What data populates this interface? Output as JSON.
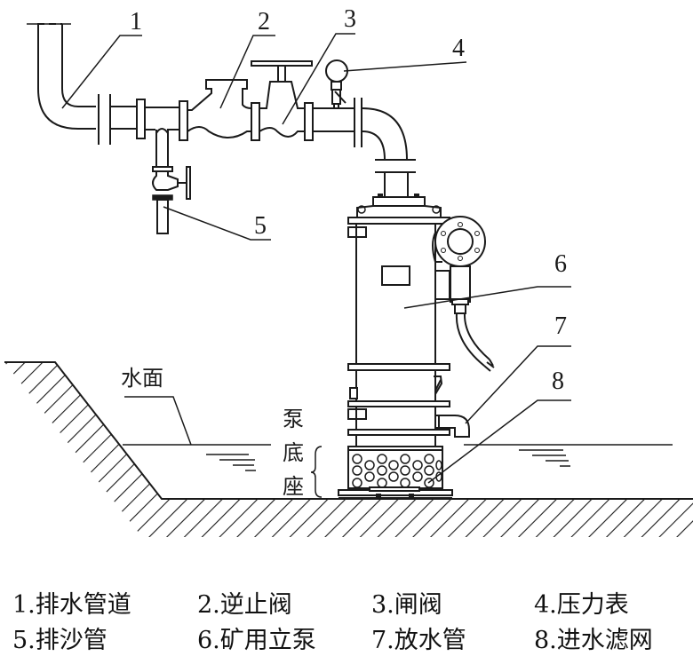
{
  "diagram": {
    "title": "矿用立泵安装示意图",
    "callouts": [
      {
        "id": "1",
        "text": "1"
      },
      {
        "id": "2",
        "text": "2"
      },
      {
        "id": "3",
        "text": "3"
      },
      {
        "id": "4",
        "text": "4"
      },
      {
        "id": "5",
        "text": "5"
      },
      {
        "id": "6",
        "text": "6"
      },
      {
        "id": "7",
        "text": "7"
      },
      {
        "id": "8",
        "text": "8"
      }
    ],
    "annotations": {
      "water_surface": "水面",
      "pump_base_chars": [
        "泵",
        "底",
        "座"
      ]
    }
  },
  "legend": {
    "rows": [
      [
        {
          "num": "1.",
          "name": "排水管道"
        },
        {
          "num": "2.",
          "name": "逆止阀"
        },
        {
          "num": "3.",
          "name": "闸阀"
        },
        {
          "num": "4.",
          "name": "压力表"
        }
      ],
      [
        {
          "num": "5.",
          "name": "排沙管"
        },
        {
          "num": "6.",
          "name": "矿用立泵"
        },
        {
          "num": "7.",
          "name": "放水管"
        },
        {
          "num": "8.",
          "name": "进水滤网"
        }
      ]
    ]
  },
  "colors": {
    "line": "#1a1a1a",
    "background": "#ffffff"
  }
}
